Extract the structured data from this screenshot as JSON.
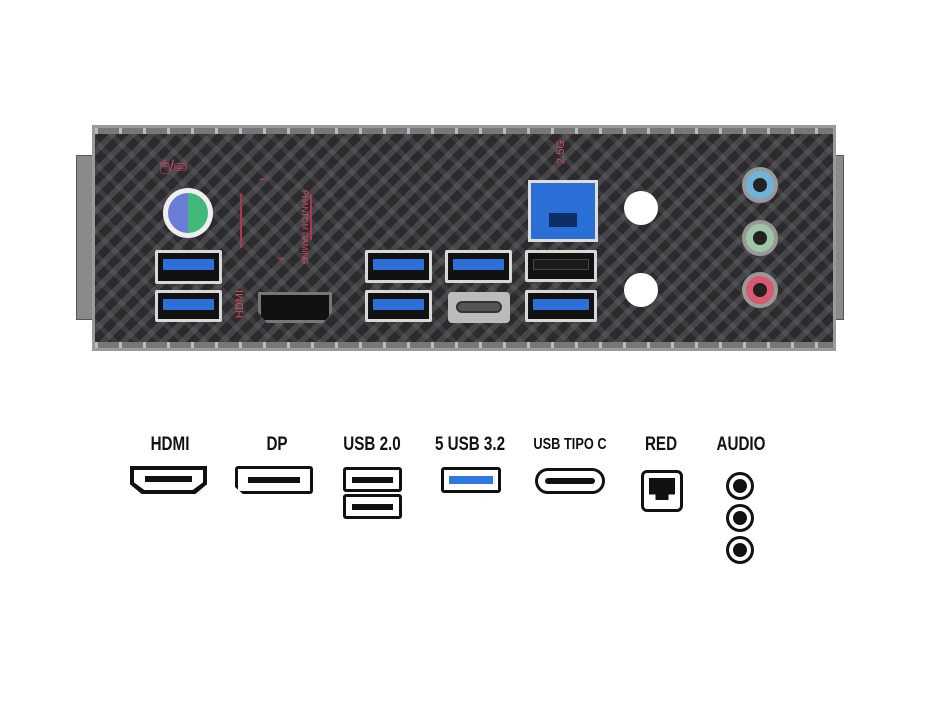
{
  "panel": {
    "hdmi_silkscreen": "HDMI",
    "lan_silkscreen": "2.5G",
    "logo_text": "PHANTOM GAMING",
    "colors": {
      "usb3": "#2d6fd8",
      "ps2_mouse": "#6b7cd6",
      "ps2_keyboard": "#3fb87a",
      "audio_line_in": "#6fb3d9",
      "audio_line_out": "#9fc7a5",
      "audio_mic": "#d9596f",
      "silkscreen": "#d24a62"
    }
  },
  "legend": {
    "hdmi": "HDMI",
    "dp": "DP",
    "usb2": "USB 2.0",
    "usb32": "5 USB 3.2",
    "usbc": "USB TIPO C",
    "lan": "RED",
    "audio": "AUDIO"
  }
}
